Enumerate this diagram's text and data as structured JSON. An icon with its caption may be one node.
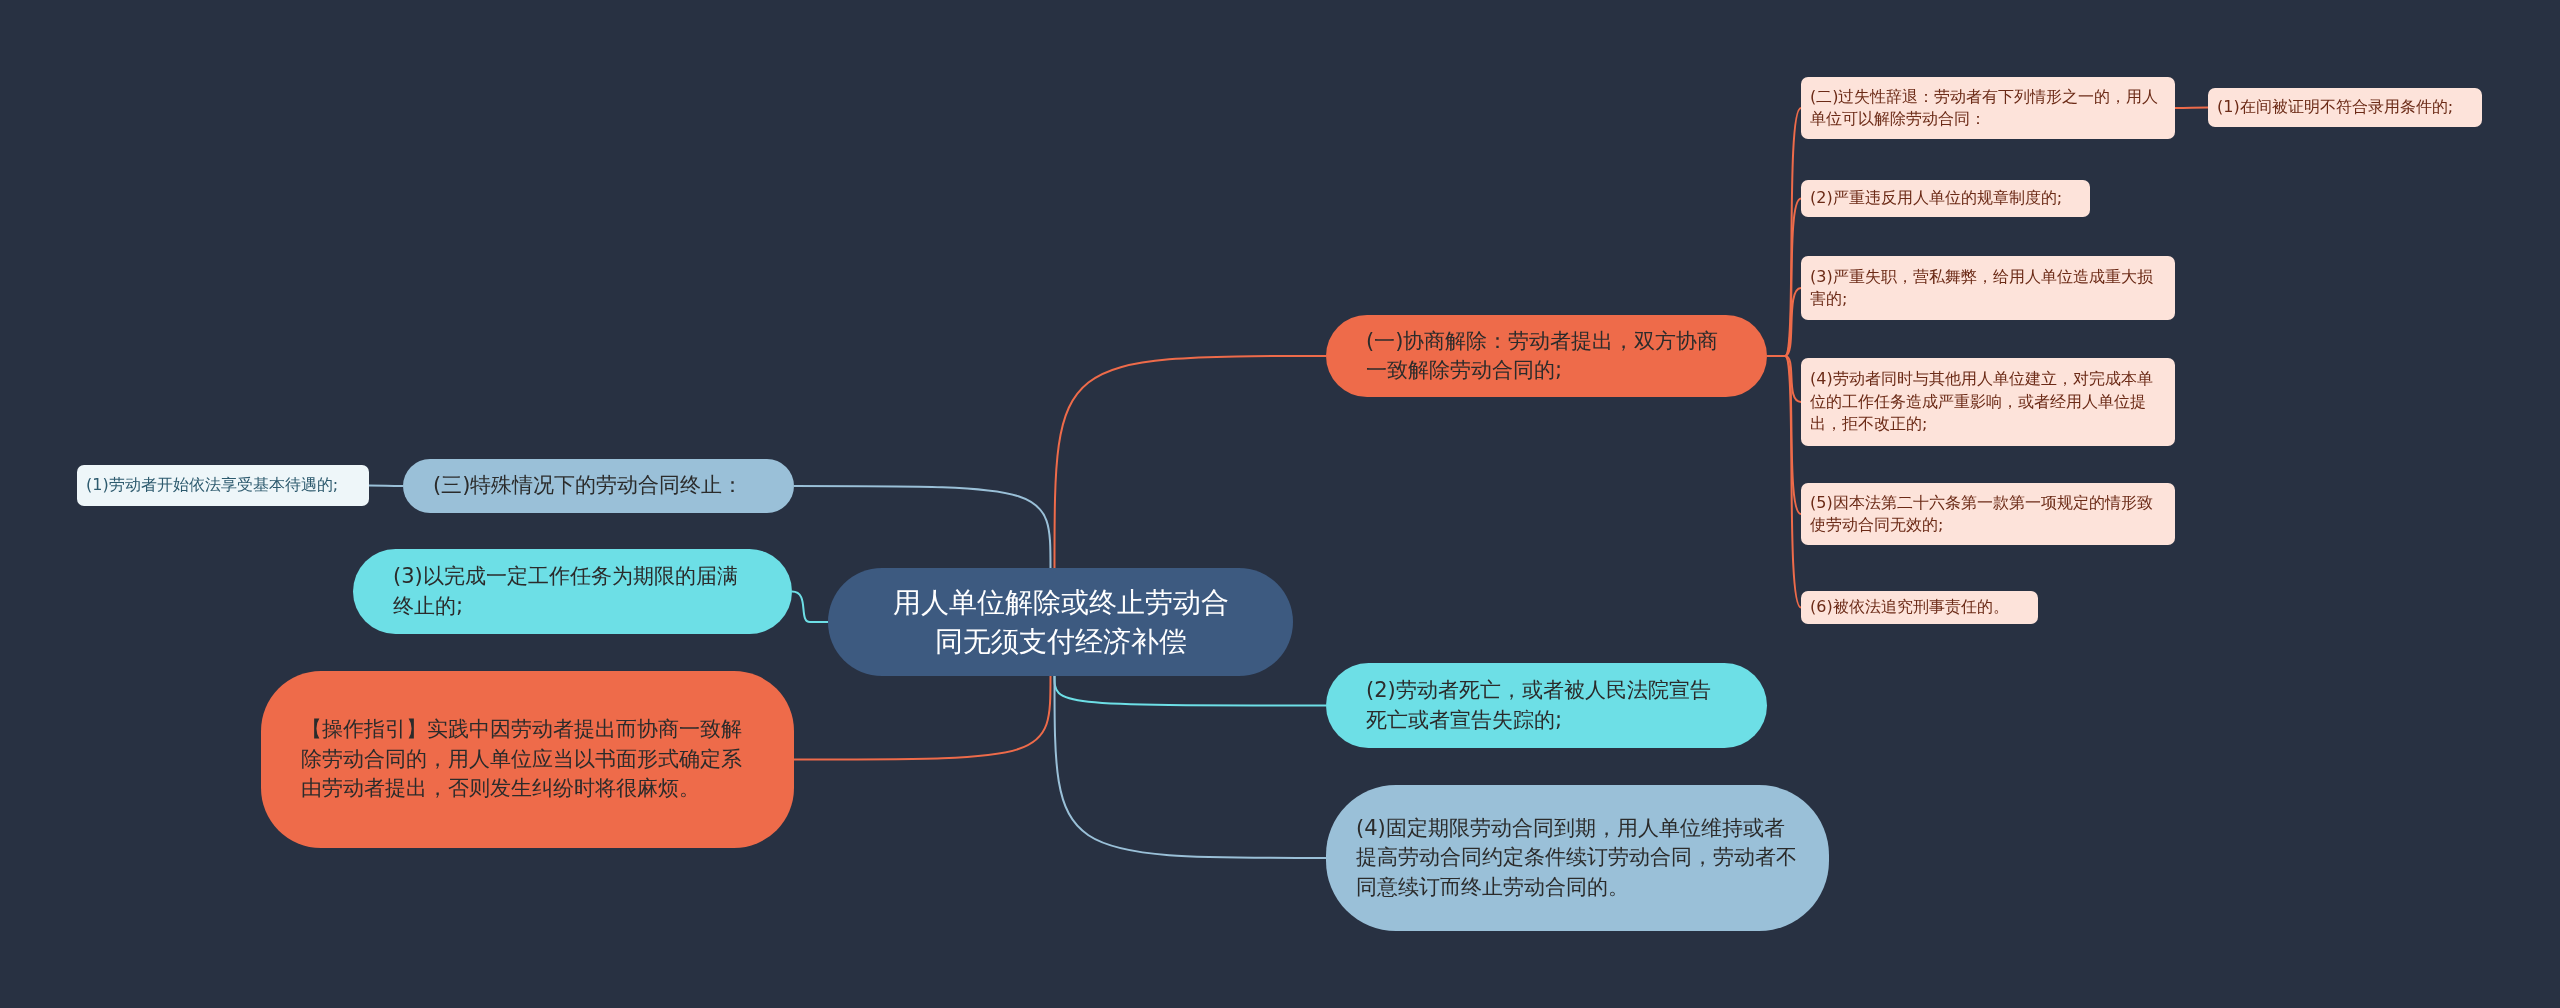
{
  "diagram": {
    "nodes": [
      {
        "text": [
          "用人单位解除或终止劳动合同无须支付经济补偿"
        ]
      },
      {
        "text": [
          "(一)协商解除：劳动者提出，双方协商一致解除劳动合同的;"
        ]
      },
      {
        "text": [
          "(二)过失性辞退：劳动者有下列情形之一的，用人单位可以解除劳动合同："
        ]
      },
      {
        "text": [
          "(1)在间被证明不符合录用条件的;"
        ]
      },
      {
        "text": [
          "(2)严重违反用人单位的规章制度的;"
        ]
      },
      {
        "text": [
          "(3)严重失职，营私舞弊，给用人单位造成重大损害的;"
        ]
      },
      {
        "text": [
          "(4)劳动者同时与其他用人单位建立，对完成本单位的工作任务造成严重影响，或者经用人单位提出，拒不改正的;"
        ]
      },
      {
        "text": [
          "(5)因本法第二十六条第一款第一项规定的情形致使劳动合同无效的;"
        ]
      },
      {
        "text": [
          "(6)被依法追究刑事责任的。"
        ]
      },
      {
        "text": [
          "(1)劳动者开始依法享受基本待遇的;"
        ]
      },
      {
        "text": [
          "(三)特殊情况下的劳动合同终止："
        ]
      },
      {
        "text": [
          "(3)以完成一定工作任务为期限的届满终止的;"
        ]
      },
      {
        "text": [
          "【操作指引】实践中因劳动者提出而协商一致解除劳动合同的，用人单位应当以书面形式确定系由劳动者提出，否则发生纠纷时将很麻烦。"
        ]
      },
      {
        "text": [
          "(2)劳动者死亡，或者被人民法院宣告死亡或者宣告失踪的;"
        ]
      },
      {
        "text": [
          "(4)固定期限劳动合同到期，用人单位维持或者提高劳动合同约定条件续订劳动合同，劳动者不同意续订而终止劳动合同的。"
        ]
      }
    ],
    "edges": [
      {
        "from": 0,
        "to": 1,
        "arrow": "none"
      },
      {
        "from": 1,
        "to": 2,
        "arrow": "none"
      },
      {
        "from": 2,
        "to": 3,
        "arrow": "none"
      },
      {
        "from": 1,
        "to": 4,
        "arrow": "none"
      },
      {
        "from": 1,
        "to": 5,
        "arrow": "none"
      },
      {
        "from": 1,
        "to": 6,
        "arrow": "none"
      },
      {
        "from": 1,
        "to": 7,
        "arrow": "none"
      },
      {
        "from": 1,
        "to": 8,
        "arrow": "none"
      },
      {
        "from": 10,
        "to": 9,
        "arrow": "none",
        "color": "#9ac0d8"
      },
      {
        "from": 0,
        "to": 10,
        "arrow": "none",
        "color": "#9ac0d8"
      },
      {
        "from": 0,
        "to": 11,
        "arrow": "none",
        "color": "#6ddfe6"
      },
      {
        "from": 0,
        "to": 12,
        "arrow": "none"
      },
      {
        "from": 0,
        "to": 13,
        "arrow": "none",
        "color": "#6ddfe6"
      },
      {
        "from": 0,
        "to": 14,
        "arrow": "none",
        "color": "#9ac0d8"
      }
    ]
  }
}
